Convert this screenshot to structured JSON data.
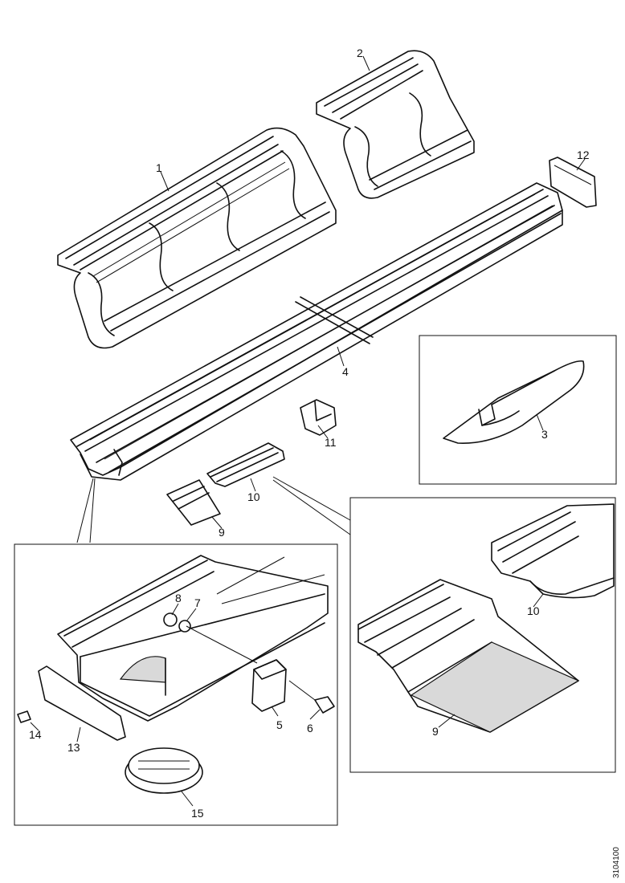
{
  "diagram": {
    "callouts": {
      "c1": "1",
      "c2": "2",
      "c3": "3",
      "c4": "4",
      "c5": "5",
      "c6": "6",
      "c7": "7",
      "c8": "8",
      "c9": "9",
      "c9b": "9",
      "c10": "10",
      "c10b": "10",
      "c11": "11",
      "c12": "12",
      "c13": "13",
      "c14": "14",
      "c15": "15"
    },
    "reference_code": "3104100"
  }
}
